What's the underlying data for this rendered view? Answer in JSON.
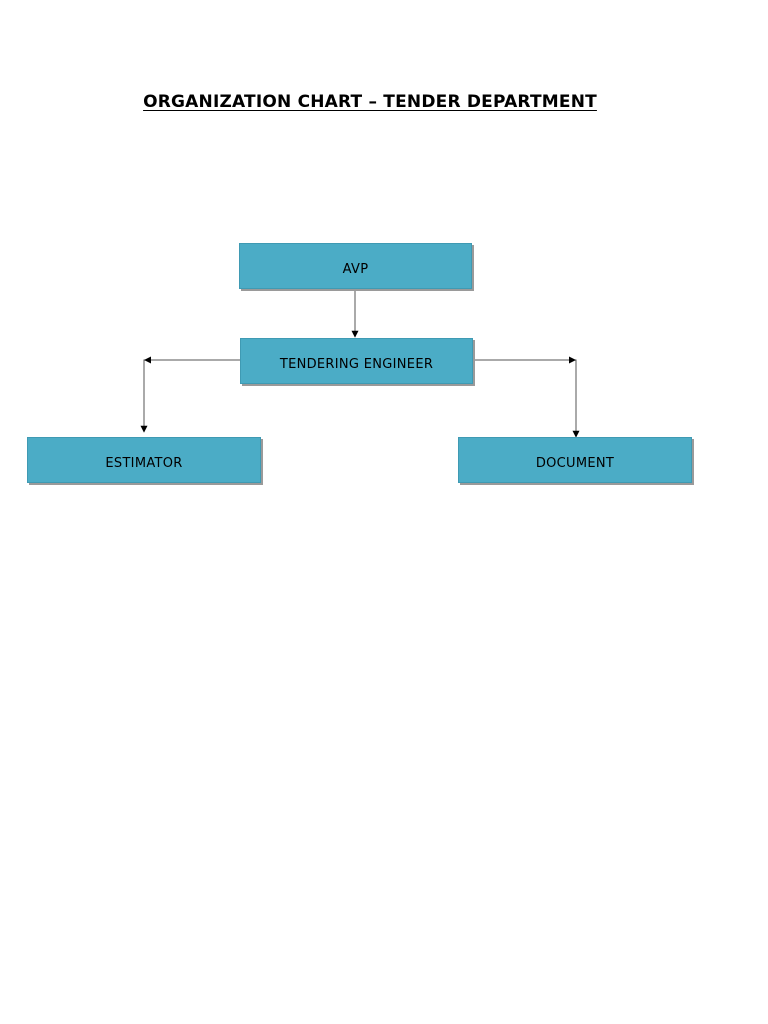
{
  "title": "ORGANIZATION CHART – TENDER DEPARTMENT",
  "nodes": {
    "avp": "AVP",
    "tendering_engineer": "TENDERING ENGINEER",
    "estimator": "ESTIMATOR",
    "document": "DOCUMENT"
  },
  "edges": [
    {
      "from": "avp",
      "to": "tendering_engineer"
    },
    {
      "from": "tendering_engineer",
      "to": "estimator"
    },
    {
      "from": "tendering_engineer",
      "to": "document"
    }
  ],
  "colors": {
    "box_fill": "#4bacc6",
    "box_border": "#3f9ab3",
    "connector": "#555555"
  }
}
